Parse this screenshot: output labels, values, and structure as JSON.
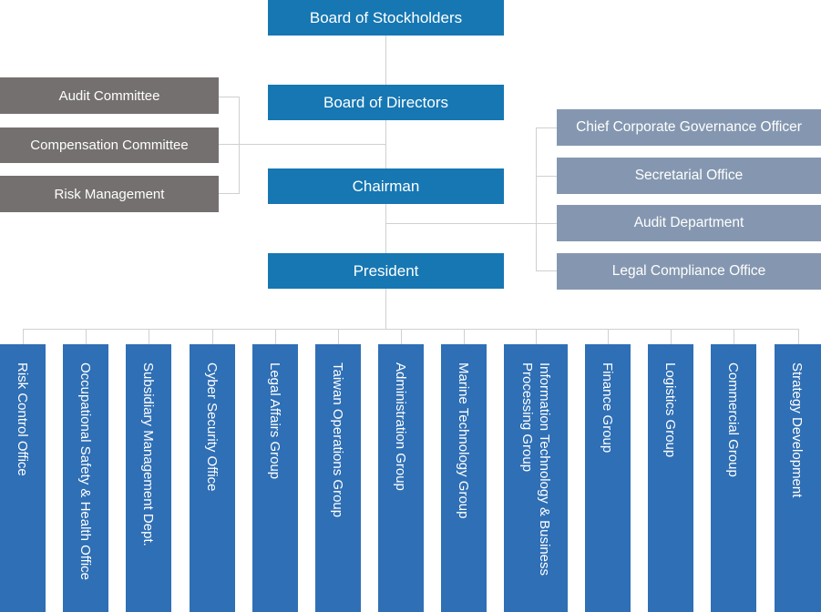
{
  "main_chain": {
    "board_of_stockholders": "Board of Stockholders",
    "board_of_directors": "Board of Directors",
    "chairman": "Chairman",
    "president": "President"
  },
  "committees": [
    "Audit Committee",
    "Compensation Committee",
    "Risk Management"
  ],
  "offices": [
    "Chief Corporate Governance Officer",
    "Secretarial Office",
    "Audit Department",
    "Legal Compliance Office"
  ],
  "departments": [
    "Risk Control Office",
    "Occupational Safety & Health Office",
    "Subsidiary Management Dept.",
    "Cyber Security Office",
    "Legal Affairs Group",
    "Taiwan Operations Group",
    "Administration Group",
    "Marine Technology Group",
    "Information Technology & Business\nProcessing Group",
    "Finance Group",
    "Logistics Group",
    "Commercial Group",
    "Strategy Development"
  ],
  "colors": {
    "main": "#1677b3",
    "committee": "#757070",
    "office": "#8597b0",
    "department": "#2f6fb5",
    "connector": "#d0d0d0"
  }
}
